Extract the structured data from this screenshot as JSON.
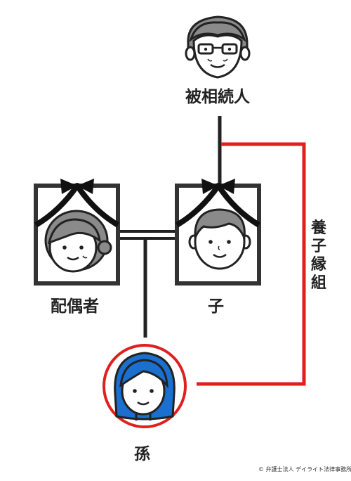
{
  "labels": {
    "deceased": "被相続人",
    "spouse": "配偶者",
    "child": "子",
    "grandchild": "孫",
    "adoption": "養子縁組"
  },
  "copyright": "© 弁護士法人 デイライト法律事務所",
  "colors": {
    "line": "#222222",
    "adoption_line": "#e01f1f",
    "frame": "#333333",
    "hair_gray": "#8a8a8a",
    "hair_blue": "#1a6fcf",
    "skin": "#ffffff"
  }
}
